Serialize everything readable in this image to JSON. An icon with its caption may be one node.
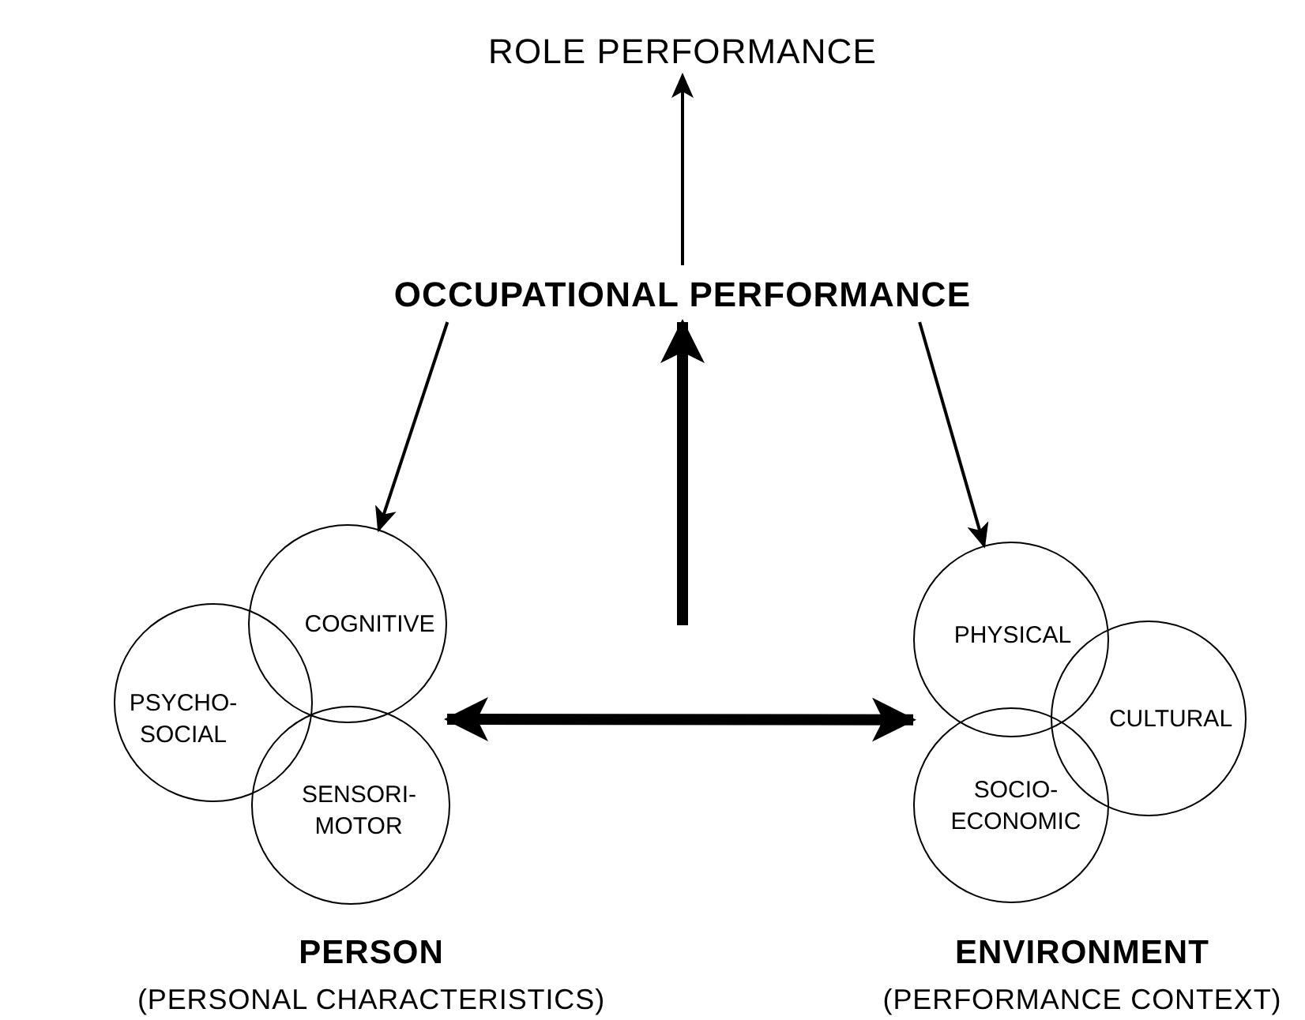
{
  "diagram": {
    "nodes": [
      {
        "text": [
          "ROLE PERFORMANCE"
        ]
      },
      {
        "text": [
          "OCCUPATIONAL PERFORMANCE"
        ]
      },
      {
        "text": [
          "COGNITIVE"
        ]
      },
      {
        "text": [
          "PSYCHO- SOCIAL"
        ]
      },
      {
        "text": [
          "SENSORI- MOTOR"
        ]
      },
      {
        "text": [
          "PHYSICAL"
        ]
      },
      {
        "text": [
          "CULTURAL"
        ]
      },
      {
        "text": [
          "SOCIO- ECONOMIC"
        ]
      },
      {
        "text": [
          "PERSON",
          "(PERSONAL CHARACTERISTICS)"
        ]
      },
      {
        "text": [
          "ENVIRONMENT",
          "(PERFORMANCE CONTEXT)"
        ]
      }
    ],
    "edges": [
      {
        "from": 1,
        "to": 0,
        "arrow": "to"
      },
      {
        "from": 1,
        "to": 2,
        "arrow": "to"
      },
      {
        "from": 1,
        "to": 5,
        "arrow": "to"
      },
      {
        "from": null,
        "to": 1,
        "arrow": "to",
        "style": "thick"
      },
      {
        "from": 2,
        "to": 5,
        "arrow": "both",
        "style": "thick"
      }
    ]
  }
}
